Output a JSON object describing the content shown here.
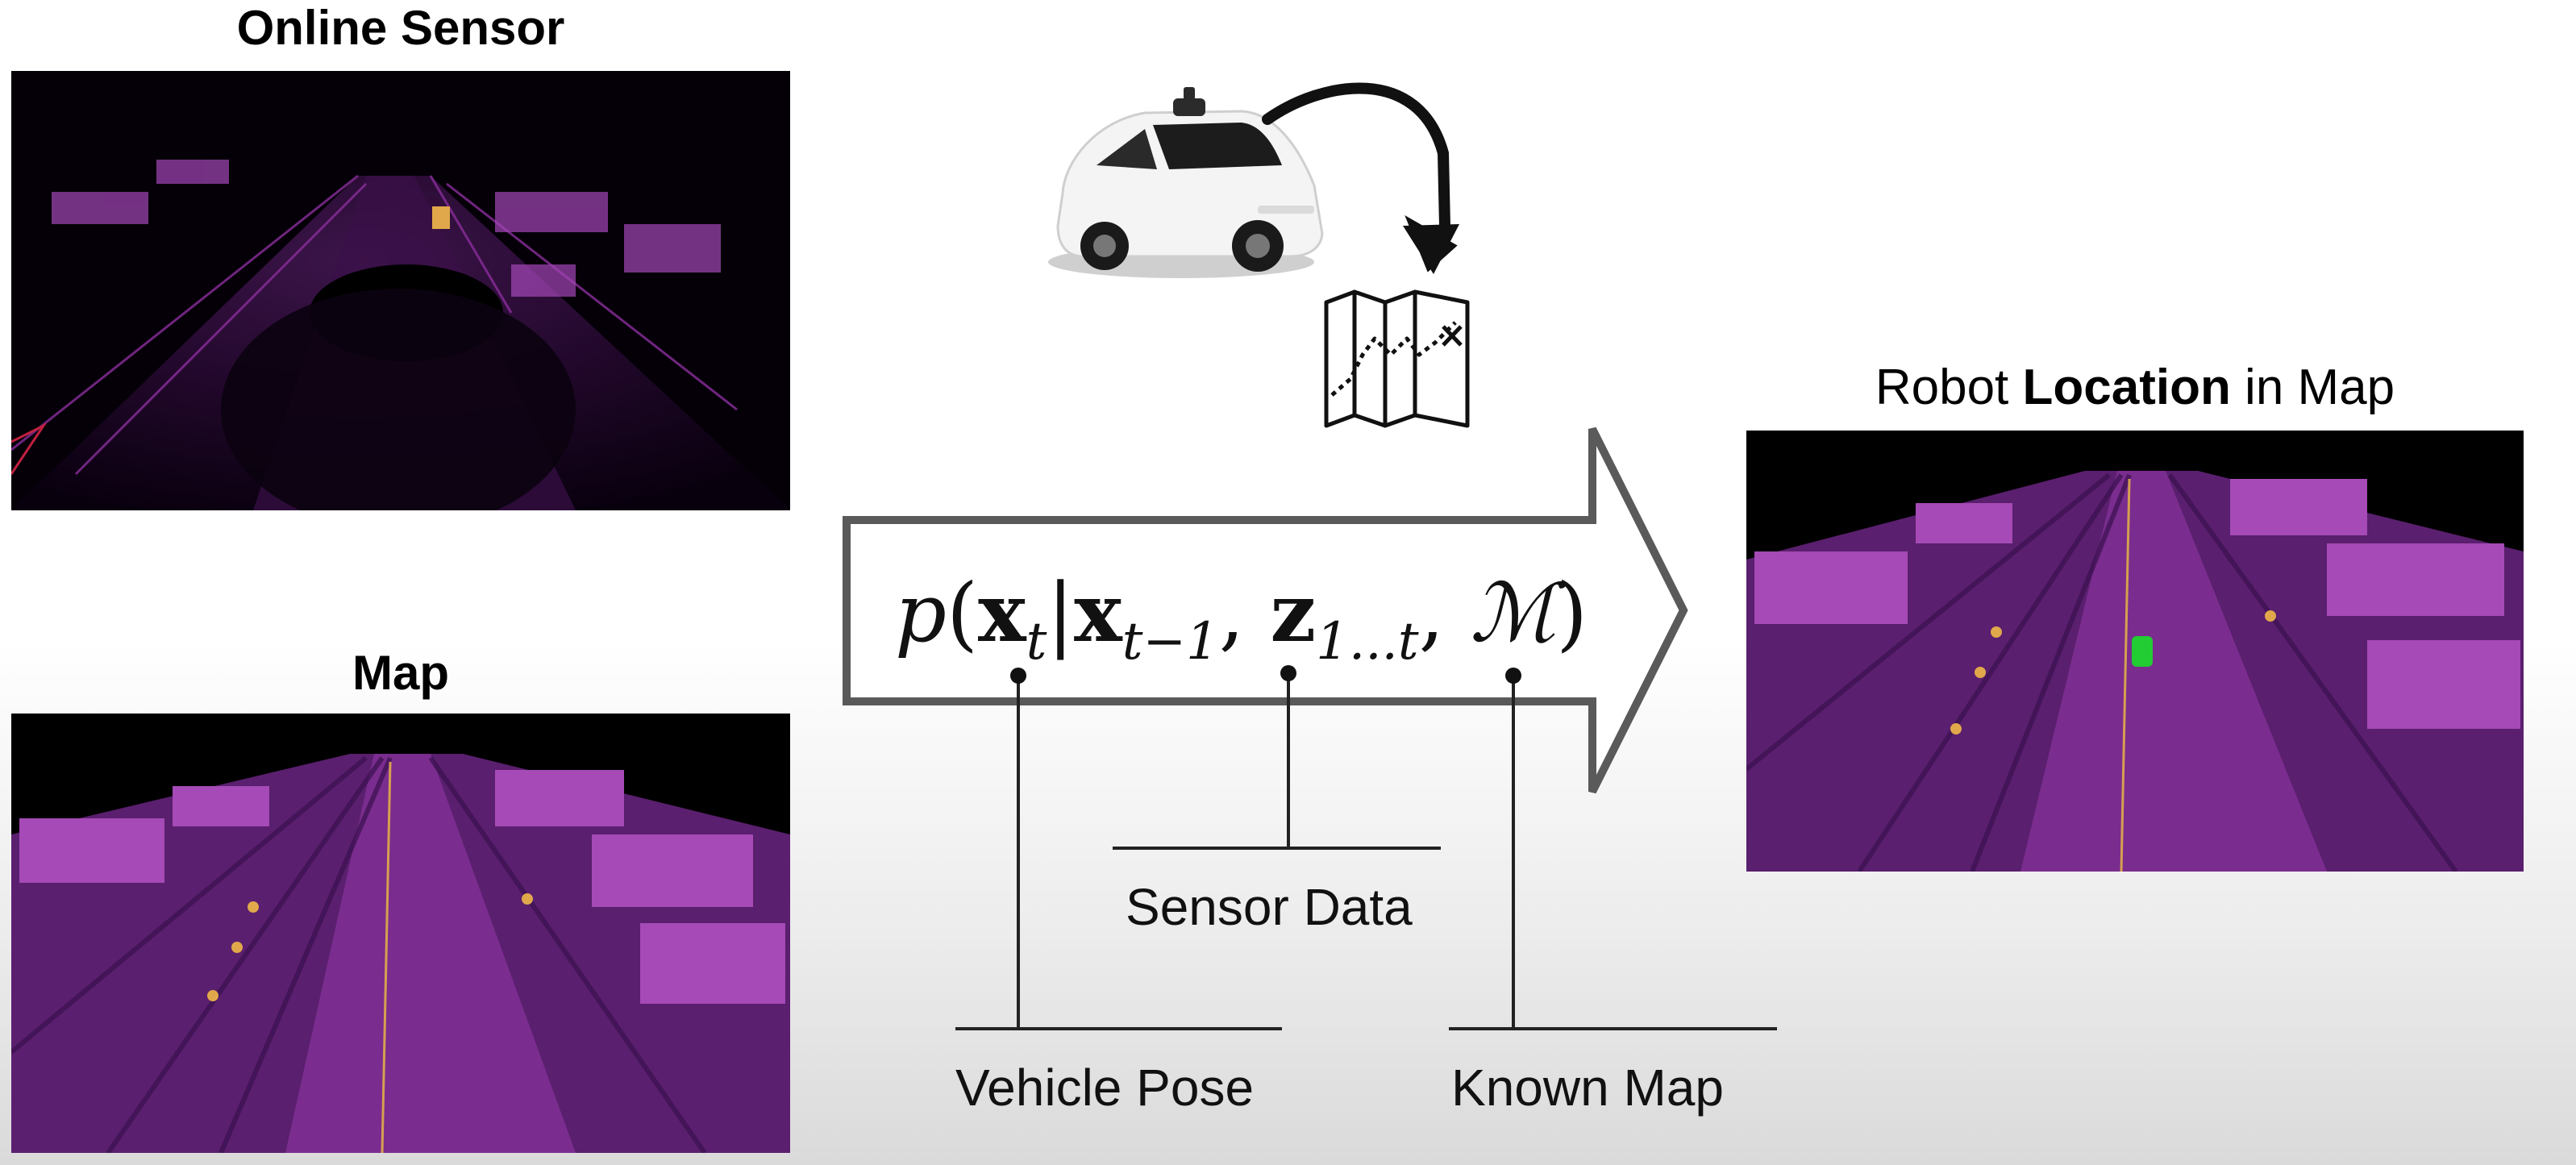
{
  "panels": {
    "online_sensor_title": "Online Sensor",
    "map_title": "Map",
    "result_title_pre": "Robot ",
    "result_title_bold": "Location",
    "result_title_post": " in Map"
  },
  "formula": {
    "p": "p",
    "x": "x",
    "t": "t",
    "x_prev": "x",
    "t_minus_1": "t−1",
    "z": "z",
    "one_to_t": "1...t",
    "M": "ℳ"
  },
  "labels": {
    "vehicle_pose": "Vehicle Pose",
    "sensor_data": "Sensor Data",
    "known_map": "Known Map"
  },
  "icons": [
    "car-icon",
    "curved-arrow-icon",
    "folded-map-icon"
  ],
  "colors": {
    "pointcloud_purple": "#8a2d9c",
    "pointcloud_dark": "#2a0a35",
    "pointcloud_highlight": "#e0a84a",
    "vehicle_marker": "#22cc33",
    "arrow_outline": "#555555"
  }
}
